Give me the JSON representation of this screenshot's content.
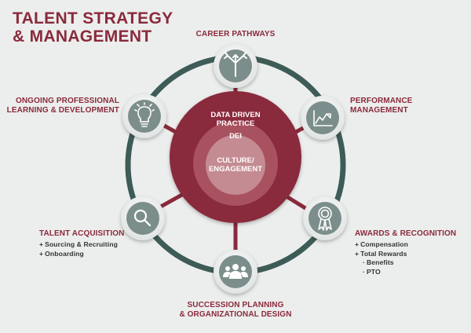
{
  "title": {
    "line1": "TALENT STRATEGY",
    "line2": "& MANAGEMENT"
  },
  "center": {
    "outer": [
      "DATA DRIVEN",
      "PRACTICE"
    ],
    "middle": "DEI",
    "inner": [
      "CULTURE/",
      "ENGAGEMENT"
    ]
  },
  "nodes": {
    "career": {
      "lines": [
        "CAREER PATHWAYS"
      ],
      "icon": "arrows-split-icon"
    },
    "performance": {
      "lines": [
        "PERFORMANCE",
        "MANAGEMENT"
      ],
      "icon": "line-chart-icon"
    },
    "awards": {
      "lines": [
        "AWARDS & RECOGNITION"
      ],
      "icon": "award-ribbon-icon",
      "bullets": [
        "Compensation",
        "Total Rewards"
      ],
      "sub_bullets": [
        "Benefits",
        "PTO"
      ]
    },
    "succession": {
      "lines": [
        "SUCCESSION PLANNING",
        "& ORGANIZATIONAL DESIGN"
      ],
      "icon": "people-group-icon"
    },
    "acquisition": {
      "lines": [
        "TALENT ACQUISITION"
      ],
      "icon": "magnifier-icon",
      "bullets": [
        "Sourcing & Recruiting",
        "Onboarding"
      ]
    },
    "learning": {
      "lines": [
        "ONGOING PROFESSIONAL",
        "LEARNING & DEVELOPMENT"
      ],
      "icon": "lightbulb-icon"
    }
  },
  "colors": {
    "brand": "#8a2a3c",
    "ring": "#3e5c57",
    "icon_fill": "#7c8e8b",
    "background": "#eceeed"
  },
  "bullet_symbol": "+",
  "sub_bullet_symbol": "·"
}
